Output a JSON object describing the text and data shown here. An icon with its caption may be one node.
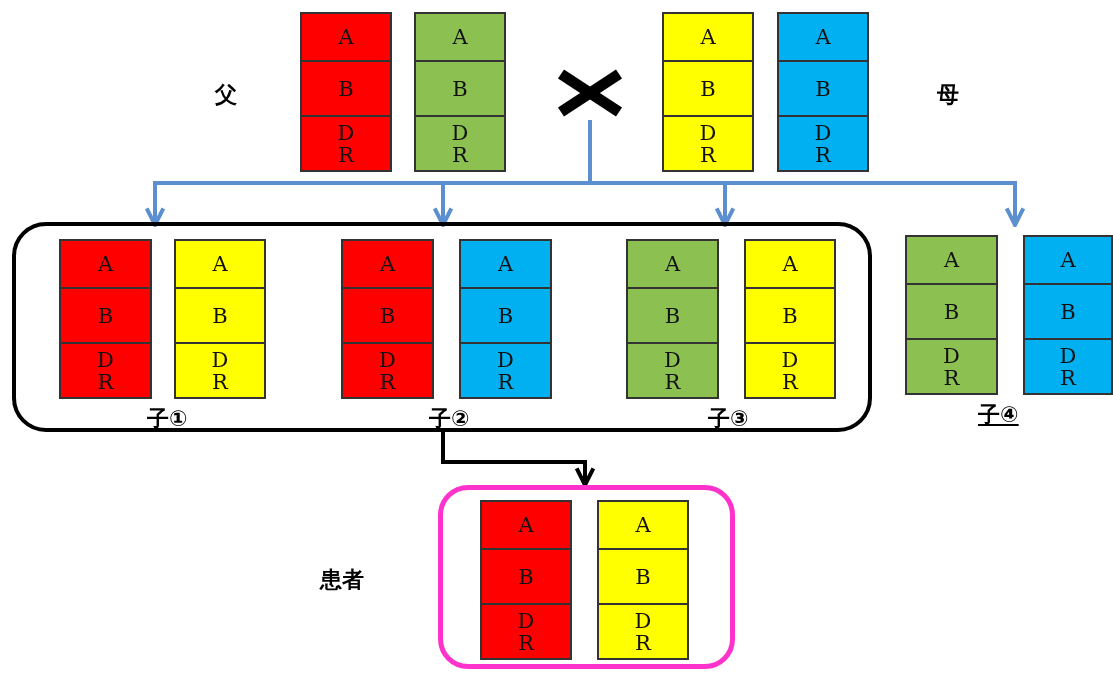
{
  "diagram": {
    "nodes": [
      {
        "text": [
          "父"
        ]
      },
      {
        "text": [
          "A",
          "B",
          "D R"
        ],
        "in": 0
      },
      {
        "text": [
          "A",
          "B",
          "D R"
        ],
        "in": 0
      },
      {
        "text": [],
        "shape": "cross"
      },
      {
        "text": [
          "母"
        ]
      },
      {
        "text": [
          "A",
          "B",
          "D R"
        ],
        "in": 4
      },
      {
        "text": [
          "A",
          "B",
          "D R"
        ],
        "in": 4
      },
      {
        "text": [],
        "shape": "box"
      },
      {
        "text": [
          "子①"
        ],
        "in": 7
      },
      {
        "text": [
          "A",
          "B",
          "D R"
        ],
        "in": 8
      },
      {
        "text": [
          "A",
          "B",
          "D R"
        ],
        "in": 8
      },
      {
        "text": [
          "子②"
        ],
        "in": 7
      },
      {
        "text": [
          "A",
          "B",
          "D R"
        ],
        "in": 11
      },
      {
        "text": [
          "A",
          "B",
          "D R"
        ],
        "in": 11
      },
      {
        "text": [
          "子③"
        ],
        "in": 7
      },
      {
        "text": [
          "A",
          "B",
          "D R"
        ],
        "in": 14
      },
      {
        "text": [
          "A",
          "B",
          "D R"
        ],
        "in": 14
      },
      {
        "text": [
          "子④"
        ]
      },
      {
        "text": [
          "A",
          "B",
          "D R"
        ],
        "in": 17
      },
      {
        "text": [
          "A",
          "B",
          "D R"
        ],
        "in": 17
      },
      {
        "text": [
          "患者"
        ]
      },
      {
        "text": [
          "A",
          "B",
          "D R"
        ],
        "in": 20
      },
      {
        "text": [
          "A",
          "B",
          "D R"
        ],
        "in": 20
      }
    ],
    "edges": [
      {
        "from": 3,
        "to": 8,
        "arrow": "to"
      },
      {
        "from": 3,
        "to": 11,
        "arrow": "to"
      },
      {
        "from": 3,
        "to": 14,
        "arrow": "to"
      },
      {
        "from": 3,
        "to": 17,
        "arrow": "to"
      },
      {
        "from": 7,
        "to": 20,
        "arrow": "to",
        "color": "#000000"
      }
    ]
  }
}
